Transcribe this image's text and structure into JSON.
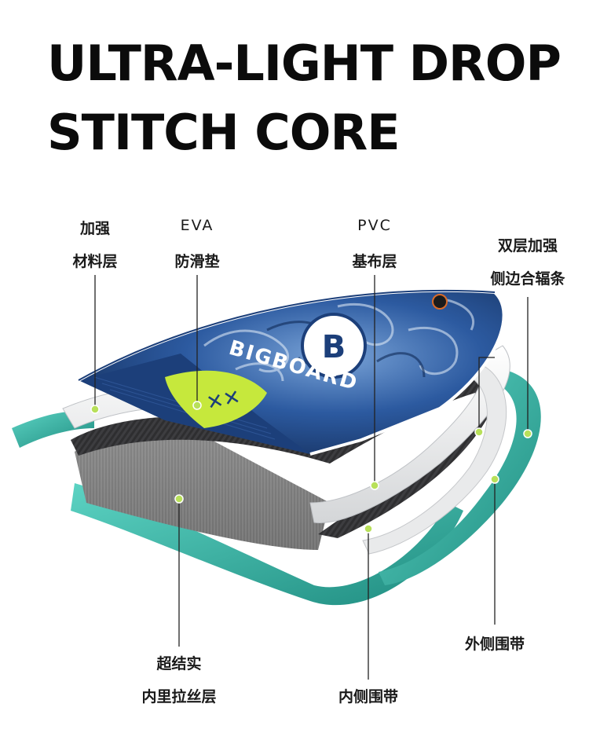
{
  "title": {
    "line1": "ULTRA-LIGHT DROP",
    "line2": "STITCH CORE"
  },
  "board": {
    "brand_text": "BIGBOARD"
  },
  "labels": {
    "reinforce": {
      "line1": "加强",
      "line2": "材料层"
    },
    "eva": {
      "line1": "EVA",
      "line2": "防滑垫"
    },
    "pvc": {
      "line1": "PVC",
      "line2": "基布层"
    },
    "double_rail": {
      "line1": "双层加强",
      "line2": "侧边合辐条"
    },
    "core": {
      "line1": "超结实",
      "line2": "内里拉丝层"
    },
    "inner_rail": {
      "line1": "内侧围带"
    },
    "outer_rail": {
      "line1": "外侧围带"
    }
  },
  "colors": {
    "teal": "#2aa89c",
    "navy": "#1c3f7a",
    "lime": "#c6e83c",
    "pointer": "#b8e05a"
  }
}
